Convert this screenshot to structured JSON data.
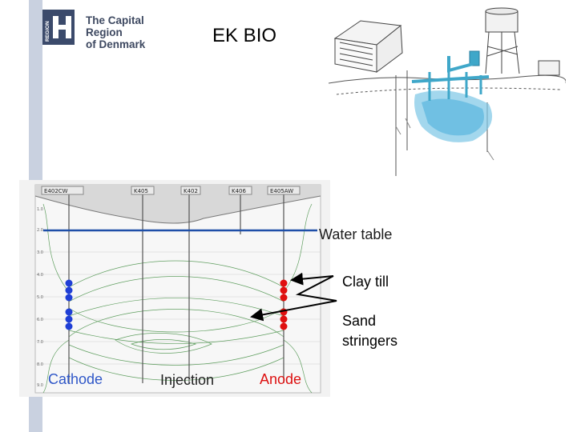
{
  "header": {
    "logo_text": "The Capital Region\nof Denmark",
    "logo_vertical_text": "REGION",
    "title": "EK BIO"
  },
  "profile": {
    "well_labels": [
      "E402CW",
      "K405",
      "K402",
      "K406",
      "E405AW"
    ],
    "depth_ticks": [
      "1.0",
      "2.0",
      "3.0",
      "4.0",
      "5.0",
      "6.0",
      "7.0",
      "8.0",
      "9.0"
    ]
  },
  "annotations": {
    "water_table": "Water table",
    "clay_till": "Clay till",
    "sand_stringers": "Sand\nstringers"
  },
  "electrodes": {
    "cathode": "Cathode",
    "injection": "Injection",
    "anode": "Anode"
  },
  "colors": {
    "cathode": "#1f3fd6",
    "anode": "#e01010",
    "water_table": "#1e4fa8",
    "logo": "#3b4a6b"
  },
  "icons": [
    "region-h-logo-icon",
    "building-icon",
    "water-tower-icon",
    "groundwater-plume-icon"
  ]
}
